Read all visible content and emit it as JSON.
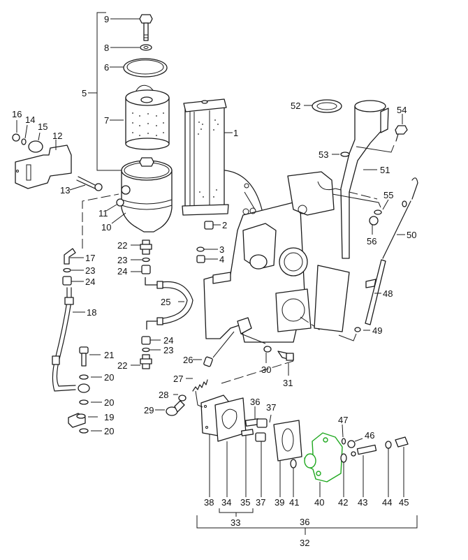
{
  "diagram": {
    "title": "",
    "highlight_color": "#1fa81f",
    "line_color": "#1a1a1a",
    "callouts": {
      "c1": "1",
      "c2": "2",
      "c3": "3",
      "c4": "4",
      "c5": "5",
      "c6": "6",
      "c7": "7",
      "c8": "8",
      "c9": "9",
      "c10": "10",
      "c11": "11",
      "c12": "12",
      "c13": "13",
      "c14": "14",
      "c15": "15",
      "c16": "16",
      "c17": "17",
      "c18": "18",
      "c19": "19",
      "c20a": "20",
      "c20b": "20",
      "c20c": "20",
      "c21": "21",
      "c22a": "22",
      "c22b": "22",
      "c23a": "23",
      "c23b": "23",
      "c23c": "23",
      "c24a": "24",
      "c24b": "24",
      "c24c": "24",
      "c25": "25",
      "c26": "26",
      "c27": "27",
      "c28": "28",
      "c29": "29",
      "c30": "30",
      "c31": "31",
      "c32": "32",
      "c33": "33",
      "c34": "34",
      "c35": "35",
      "c36a": "36",
      "c36b": "36",
      "c37a": "37",
      "c37b": "37",
      "c38": "38",
      "c39": "39",
      "c40": "40",
      "c41": "41",
      "c42": "42",
      "c43": "43",
      "c44": "44",
      "c45": "45",
      "c46": "46",
      "c47": "47",
      "c48": "48",
      "c49": "49",
      "c50": "50",
      "c51": "51",
      "c52": "52",
      "c53": "53",
      "c54": "54",
      "c55": "55",
      "c56": "56"
    },
    "highlighted_part": "40"
  }
}
